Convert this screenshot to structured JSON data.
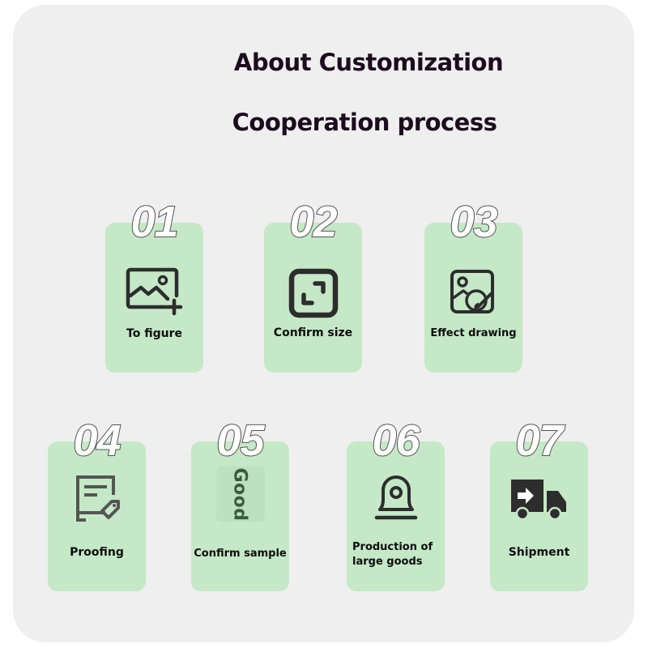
{
  "header": {
    "title_line1": "About Customization",
    "title_line2": "Cooperation process"
  },
  "colors": {
    "panel_background": "#efefef",
    "card_background": "#c5e8c6",
    "title_text": "#1c0c1e",
    "icon_color": "#2d2d2d"
  },
  "steps": [
    {
      "number": "01",
      "label": "To figure",
      "icon": "add-image-icon"
    },
    {
      "number": "02",
      "label": "Confirm size",
      "icon": "resize-square-icon"
    },
    {
      "number": "03",
      "label": "Effect drawing",
      "icon": "image-paint-icon"
    },
    {
      "number": "04",
      "label": "Proofing",
      "icon": "document-tag-icon"
    },
    {
      "number": "05",
      "label": "Confirm sample",
      "icon": "good-stamp-icon",
      "icon_text": "Good"
    },
    {
      "number": "06",
      "label": "Production of large goods",
      "label_line1": "Production of",
      "label_line2": "large goods",
      "icon": "alarm-bell-icon"
    },
    {
      "number": "07",
      "label": "Shipment",
      "icon": "delivery-truck-icon"
    }
  ]
}
